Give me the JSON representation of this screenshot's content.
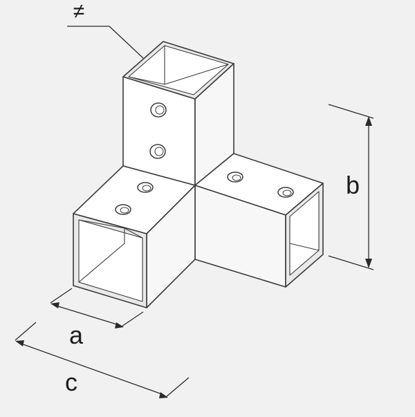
{
  "diagram": {
    "labels": {
      "not_equal": "≠",
      "a": "a",
      "b": "b",
      "c": "c"
    },
    "colors": {
      "background": "#f1f1f1",
      "stroke": "#3a3a3a",
      "text": "#1d1d1d"
    }
  }
}
